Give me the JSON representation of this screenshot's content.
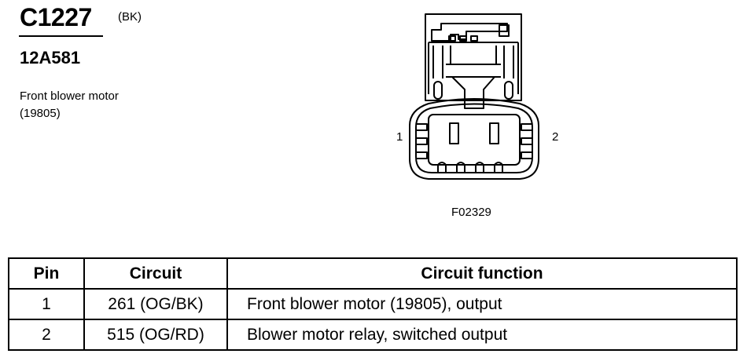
{
  "header": {
    "connector_id": "C1227",
    "connector_color": "(BK)",
    "part_number": "12A581",
    "component_name": "Front blower motor",
    "component_ref": "(19805)"
  },
  "figure": {
    "pin_labels": [
      "1",
      "2"
    ],
    "figure_code": "F02329"
  },
  "table": {
    "headers": [
      "Pin",
      "Circuit",
      "Circuit function"
    ],
    "rows": [
      {
        "pin": "1",
        "circuit": "261 (OG/BK)",
        "function": "Front blower motor (19805), output"
      },
      {
        "pin": "2",
        "circuit": "515 (OG/RD)",
        "function": "Blower motor relay, switched output"
      }
    ]
  }
}
